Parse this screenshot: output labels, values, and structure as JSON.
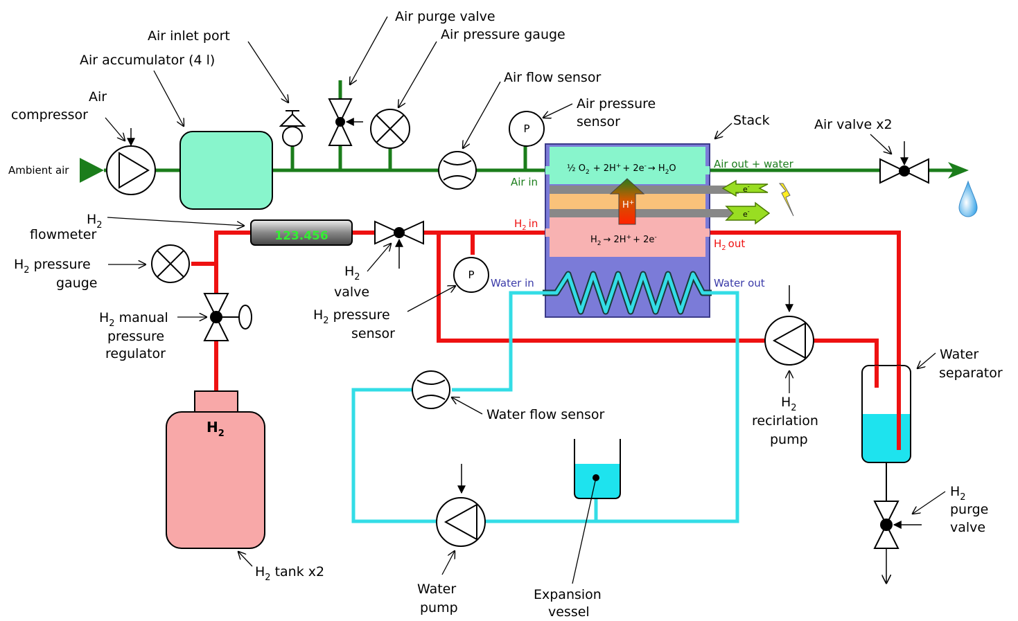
{
  "colors": {
    "air_line": "#1b7d1b",
    "h2_line": "#ee1111",
    "water_line": "#33dde6",
    "stack_body": "#7b7bd8",
    "cathode": "#88f5cc",
    "membrane": "#f9c27a",
    "anode": "#f8b2b2",
    "accumulator": "#88f5cc",
    "tank": "#f8a8a8",
    "water": "#1ee3ee",
    "flowmeter_text": "#33ee33",
    "water_port_text": "#3a3aa8"
  },
  "labels": {
    "ambient_air": "Ambient air",
    "air_compressor_1": "Air",
    "air_compressor_2": "compressor",
    "air_accumulator": "Air accumulator (4 l)",
    "air_inlet_port": "Air inlet port",
    "air_purge_valve": "Air purge valve",
    "air_pressure_gauge": "Air pressure gauge",
    "air_flow_sensor": "Air flow sensor",
    "air_pressure_sensor_1": "Air pressure",
    "air_pressure_sensor_2": "sensor",
    "stack": "Stack",
    "air_valve": "Air valve x2",
    "air_in": "Air in",
    "air_out": "Air out + water",
    "h2_in": "in",
    "h2_out": "out",
    "water_in": "Water in",
    "water_out": "Water out",
    "cathode_reaction_half": "½ O",
    "cathode_reaction_rest": "+ 2H",
    "cathode_reaction_e": "+ 2e",
    "cathode_reaction_arrow": "→ H",
    "cathode_reaction_o": "O",
    "anode_reaction_h": "H",
    "anode_reaction_rest": "→ 2H",
    "anode_reaction_e": "+ 2e",
    "proton": "H",
    "electron": "e",
    "flowmeter_value": "123.456",
    "h2_flowmeter_h": "H",
    "h2_flowmeter_2": "flowmeter",
    "h2_pressure_gauge_h": "H",
    "h2_pressure_gauge_2": "pressure",
    "h2_pressure_gauge_3": "gauge",
    "h2_valve_h": "H",
    "h2_valve_2": "valve",
    "h2_pressure_sensor_h": "H",
    "h2_pressure_sensor_2": "pressure",
    "h2_pressure_sensor_3": "sensor",
    "h2_regulator_h": "H",
    "h2_regulator_1": "manual",
    "h2_regulator_2": "pressure",
    "h2_regulator_3": "regulator",
    "tank_label": "H",
    "h2_tank_h": "H",
    "h2_tank_2": "tank x2",
    "water_flow_sensor": "Water flow sensor",
    "water_pump_1": "Water",
    "water_pump_2": "pump",
    "expansion_vessel_1": "Expansion",
    "expansion_vessel_2": "vessel",
    "recirc_h": "H",
    "recirc_2": "recirlation",
    "recirc_3": "pump",
    "water_separator_1": "Water",
    "water_separator_2": "separator",
    "h2_purge_h": "H",
    "h2_purge_2": "purge",
    "h2_purge_3": "valve",
    "sensor_p": "P",
    "sub_2": "2",
    "sup_plus": "+",
    "sup_minus": "-"
  }
}
